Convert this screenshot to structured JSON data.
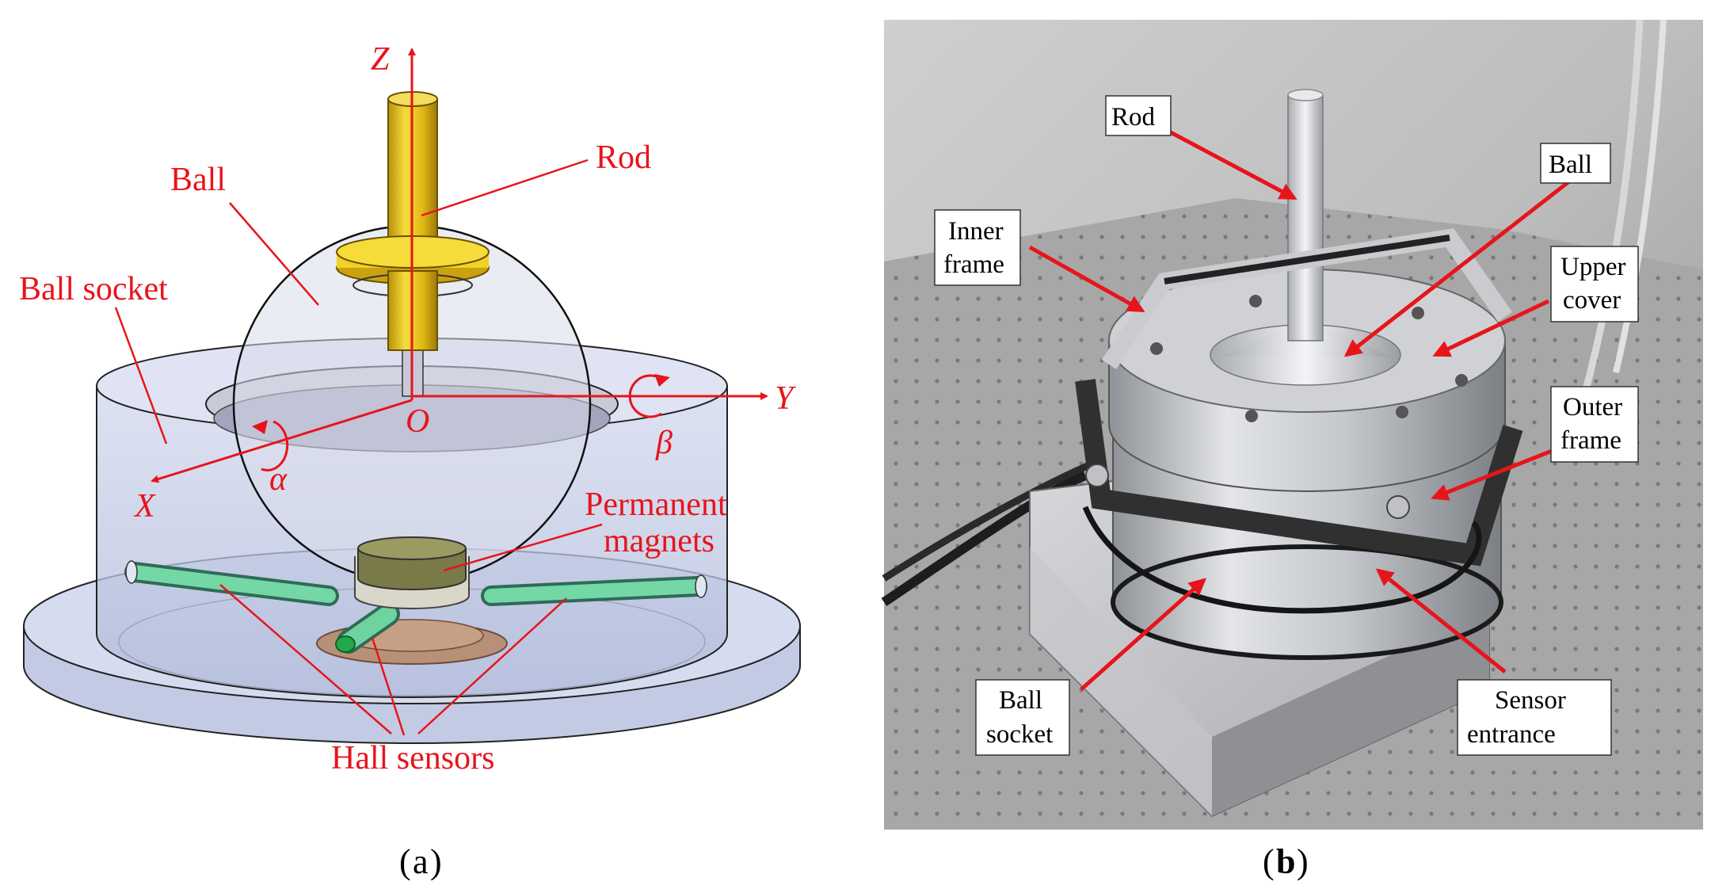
{
  "panel_a": {
    "labels": {
      "z_axis": "Z",
      "y_axis": "Y",
      "x_axis": "X",
      "origin": "O",
      "alpha": "α",
      "beta": "β",
      "rod": "Rod",
      "ball": "Ball",
      "ball_socket": "Ball socket",
      "permanent_magnets_line1": "Permanent",
      "permanent_magnets_line2": "magnets",
      "hall_sensors": "Hall sensors"
    },
    "caption_letter": "a"
  },
  "panel_b": {
    "labels": {
      "rod": "Rod",
      "ball": "Ball",
      "inner_frame_line1": "Inner",
      "inner_frame_line2": "frame",
      "upper_cover_line1": "Upper",
      "upper_cover_line2": "cover",
      "outer_frame_line1": "Outer",
      "outer_frame_line2": "frame",
      "ball_socket_line1": "Ball",
      "ball_socket_line2": "socket",
      "sensor_entrance_line1": "Sensor",
      "sensor_entrance_line2": "entrance"
    },
    "caption_letter": "b"
  },
  "colors": {
    "annotation_red": "#e8141b",
    "rod_gold": "#e6c21c",
    "socket_blue": "#b9c3e0",
    "sensor_green": "#6fd3a0"
  }
}
